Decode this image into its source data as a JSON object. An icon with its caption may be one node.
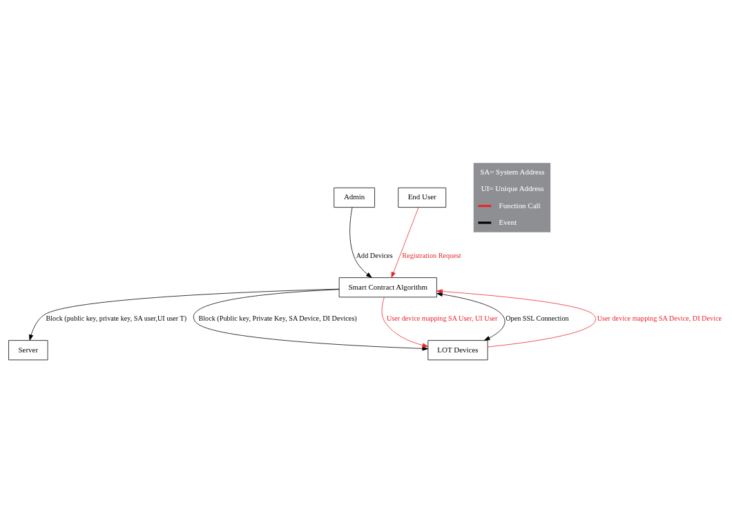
{
  "diagram": {
    "nodes": [
      {
        "text": [
          "Admin"
        ]
      },
      {
        "text": [
          "Smart Contract Algorithm"
        ]
      },
      {
        "text": [
          "End User"
        ]
      },
      {
        "text": [
          "Server"
        ]
      },
      {
        "text": [
          "LOT Devices"
        ]
      }
    ],
    "edges": [
      {
        "from": 2,
        "to": 1,
        "arrow": "to",
        "label": "Registration Request",
        "color": "#e8262b"
      },
      {
        "from": 0,
        "to": 1,
        "arrow": "to",
        "label": "Add Devices"
      },
      {
        "from": 1,
        "to": 3,
        "arrow": "to",
        "label": "Block (public key, private key, SA user,UI user T)"
      },
      {
        "from": 1,
        "to": 4,
        "arrow": "to",
        "label": "Block (Public key, Private Key, SA Device, DI Devices)"
      },
      {
        "from": 1,
        "to": 4,
        "arrow": "to",
        "label": "User device mapping SA User, UI User",
        "color": "#e8262b"
      },
      {
        "from": 4,
        "to": 1,
        "arrow": "to",
        "label": "User device mapping SA Device, DI Device",
        "color": "#e8262b"
      },
      {
        "from": 1,
        "to": 4,
        "arrow": "both",
        "label": "Open SSL Connection"
      }
    ],
    "labels": [
      "SA= System Address",
      "UI= Unique Address"
    ],
    "legend": [
      {
        "text": "Function Call",
        "color": "#e8262b"
      },
      {
        "text": "Event",
        "color": "#000000"
      }
    ]
  }
}
